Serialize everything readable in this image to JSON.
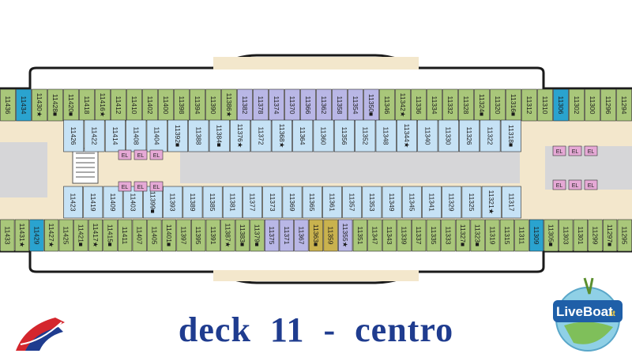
{
  "caption": "deck  11  -  centro",
  "brand": {
    "right_logo_text": "LiveBoat",
    "right_logo_suffix": ".it"
  },
  "colors": {
    "green_cabin": "#a9c77a",
    "blue_cabin": "#c6e2f5",
    "purple_cabin": "#b9b7e6",
    "ochre_cabin": "#c9b24e",
    "corridor": "#f3e7cc",
    "teal": "#2aa3cf",
    "hull": "#1a1a1a"
  },
  "plan": {
    "outer_top": [
      {
        "n": "11436",
        "c": "g"
      },
      {
        "n": "11434",
        "c": "t"
      },
      {
        "n": "11430",
        "c": "g",
        "m": "★"
      },
      {
        "n": "11428",
        "c": "g",
        "m": "■"
      },
      {
        "n": "11420",
        "c": "g",
        "m": "■"
      },
      {
        "n": "11418",
        "c": "g"
      },
      {
        "n": "11416",
        "c": "g",
        "m": "★"
      },
      {
        "n": "11412",
        "c": "g"
      },
      {
        "n": "11410",
        "c": "g"
      },
      {
        "n": "11402",
        "c": "g"
      },
      {
        "n": "11400",
        "c": "g"
      },
      {
        "n": "11398",
        "c": "g"
      },
      {
        "n": "11394",
        "c": "g"
      },
      {
        "n": "11390",
        "c": "g"
      },
      {
        "n": "11386",
        "c": "g",
        "m": "★"
      },
      {
        "n": "11382",
        "c": "p"
      },
      {
        "n": "11378",
        "c": "p"
      },
      {
        "n": "11374",
        "c": "p"
      },
      {
        "n": "11370",
        "c": "p"
      },
      {
        "n": "11366",
        "c": "p"
      },
      {
        "n": "11362",
        "c": "p"
      },
      {
        "n": "11358",
        "c": "p"
      },
      {
        "n": "11354",
        "c": "p"
      },
      {
        "n": "11350",
        "c": "p",
        "m": "■"
      },
      {
        "n": "11346",
        "c": "g"
      },
      {
        "n": "11342",
        "c": "g",
        "m": "★"
      },
      {
        "n": "11336",
        "c": "g"
      },
      {
        "n": "11334",
        "c": "g"
      },
      {
        "n": "11332",
        "c": "g"
      },
      {
        "n": "11328",
        "c": "g"
      },
      {
        "n": "11324",
        "c": "g",
        "m": "■"
      },
      {
        "n": "11320",
        "c": "g"
      },
      {
        "n": "11316",
        "c": "g",
        "m": "■"
      },
      {
        "n": "11312",
        "c": "g"
      },
      {
        "n": "11310",
        "c": "g"
      },
      {
        "n": "11306",
        "c": "t"
      },
      {
        "n": "11302",
        "c": "g"
      },
      {
        "n": "11300",
        "c": "g"
      },
      {
        "n": "11296",
        "c": "g"
      },
      {
        "n": "11294",
        "c": "g"
      }
    ],
    "inner_top": [
      {
        "n": "11426",
        "c": "b"
      },
      {
        "n": "11422",
        "c": "b"
      },
      {
        "n": "11414",
        "c": "b"
      },
      {
        "n": "11408",
        "c": "b"
      },
      {
        "n": "11404",
        "c": "b"
      },
      {
        "n": "11392",
        "c": "b",
        "m": "■"
      },
      {
        "n": "11388",
        "c": "b"
      },
      {
        "n": "11384",
        "c": "b",
        "m": "■"
      },
      {
        "n": "11376",
        "c": "b",
        "m": "★"
      },
      {
        "n": "11372",
        "c": "b"
      },
      {
        "n": "11368",
        "c": "b",
        "m": "★"
      },
      {
        "n": "11364",
        "c": "b"
      },
      {
        "n": "11360",
        "c": "b"
      },
      {
        "n": "11356",
        "c": "b"
      },
      {
        "n": "11352",
        "c": "b"
      },
      {
        "n": "11348",
        "c": "b"
      },
      {
        "n": "11344",
        "c": "b",
        "m": "★"
      },
      {
        "n": "11340",
        "c": "b"
      },
      {
        "n": "11330",
        "c": "b"
      },
      {
        "n": "11326",
        "c": "b"
      },
      {
        "n": "11322",
        "c": "b"
      },
      {
        "n": "11318",
        "c": "b",
        "m": "■"
      }
    ],
    "inner_bottom": [
      {
        "n": "11423",
        "c": "b"
      },
      {
        "n": "11419",
        "c": "b"
      },
      {
        "n": "11409",
        "c": "b"
      },
      {
        "n": "11403",
        "c": "b"
      },
      {
        "n": "11399",
        "c": "b",
        "m": "■"
      },
      {
        "n": "11393",
        "c": "b"
      },
      {
        "n": "11389",
        "c": "b"
      },
      {
        "n": "11385",
        "c": "b"
      },
      {
        "n": "11381",
        "c": "b"
      },
      {
        "n": "11377",
        "c": "b"
      },
      {
        "n": "11373",
        "c": "b"
      },
      {
        "n": "11369",
        "c": "b"
      },
      {
        "n": "11365",
        "c": "b"
      },
      {
        "n": "11361",
        "c": "b"
      },
      {
        "n": "11357",
        "c": "b"
      },
      {
        "n": "11353",
        "c": "b"
      },
      {
        "n": "11349",
        "c": "b"
      },
      {
        "n": "11345",
        "c": "b"
      },
      {
        "n": "11341",
        "c": "b"
      },
      {
        "n": "11329",
        "c": "b"
      },
      {
        "n": "11325",
        "c": "b"
      },
      {
        "n": "11321",
        "c": "b",
        "m": "★"
      },
      {
        "n": "11317",
        "c": "b"
      }
    ],
    "outer_bottom": [
      {
        "n": "11433",
        "c": "g"
      },
      {
        "n": "11431",
        "c": "g",
        "m": "★"
      },
      {
        "n": "11429",
        "c": "t"
      },
      {
        "n": "11427",
        "c": "g",
        "m": "★"
      },
      {
        "n": "11425",
        "c": "g"
      },
      {
        "n": "11421",
        "c": "g",
        "m": "■"
      },
      {
        "n": "11417",
        "c": "g",
        "m": "★"
      },
      {
        "n": "11415",
        "c": "g",
        "m": "■"
      },
      {
        "n": "11411",
        "c": "g"
      },
      {
        "n": "11407",
        "c": "g"
      },
      {
        "n": "11405",
        "c": "g"
      },
      {
        "n": "11401",
        "c": "g",
        "m": "■"
      },
      {
        "n": "11397",
        "c": "g"
      },
      {
        "n": "11395",
        "c": "g"
      },
      {
        "n": "11391",
        "c": "g"
      },
      {
        "n": "11387",
        "c": "g",
        "m": "★"
      },
      {
        "n": "11383",
        "c": "g",
        "m": "■"
      },
      {
        "n": "11379",
        "c": "g",
        "m": "■"
      },
      {
        "n": "11375",
        "c": "p"
      },
      {
        "n": "11371",
        "c": "p"
      },
      {
        "n": "11367",
        "c": "p"
      },
      {
        "n": "11363",
        "c": "o",
        "m": "■"
      },
      {
        "n": "11359",
        "c": "o"
      },
      {
        "n": "11355",
        "c": "p",
        "m": "★"
      },
      {
        "n": "11351",
        "c": "g"
      },
      {
        "n": "11347",
        "c": "g"
      },
      {
        "n": "11343",
        "c": "g"
      },
      {
        "n": "11339",
        "c": "g"
      },
      {
        "n": "11337",
        "c": "g"
      },
      {
        "n": "11335",
        "c": "g"
      },
      {
        "n": "11333",
        "c": "g"
      },
      {
        "n": "11327",
        "c": "g",
        "m": "■"
      },
      {
        "n": "11323",
        "c": "g",
        "m": "■"
      },
      {
        "n": "11319",
        "c": "g"
      },
      {
        "n": "11315",
        "c": "g"
      },
      {
        "n": "11311",
        "c": "g"
      },
      {
        "n": "11309",
        "c": "t"
      },
      {
        "n": "11305",
        "c": "g",
        "m": "■"
      },
      {
        "n": "11303",
        "c": "g"
      },
      {
        "n": "11301",
        "c": "g"
      },
      {
        "n": "11299",
        "c": "g"
      },
      {
        "n": "11297",
        "c": "g",
        "m": "■"
      },
      {
        "n": "11295",
        "c": "g"
      }
    ],
    "elevator_label": "EL"
  }
}
